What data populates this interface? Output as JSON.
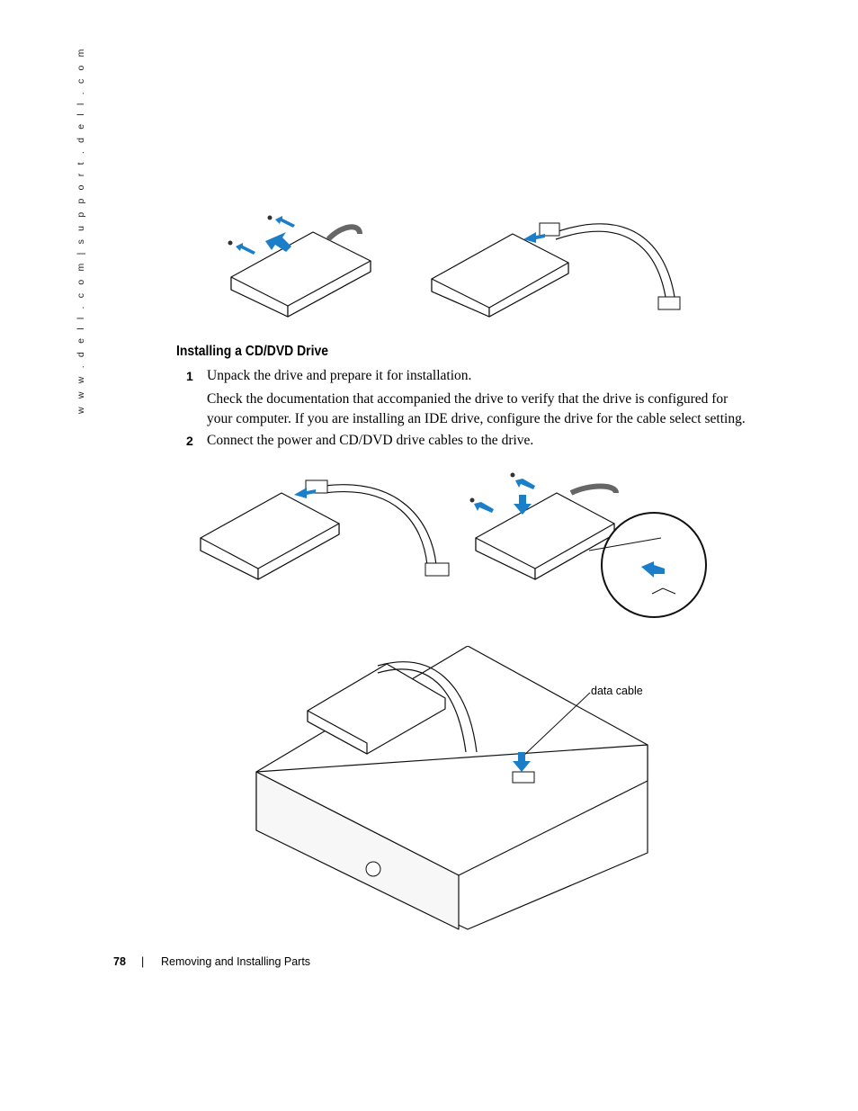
{
  "side_text": "w w w . d e l l . c o m   |   s u p p o r t . d e l l . c o m",
  "heading": "Installing a CD/DVD Drive",
  "steps": [
    {
      "num": "1",
      "text": "Unpack the drive and prepare it for installation."
    },
    {
      "num": "2",
      "text": "Connect the power and CD/DVD drive cables to the drive."
    }
  ],
  "step1_note": "Check the documentation that accompanied the drive to verify that the drive is configured for your computer. If you are installing an IDE drive, configure the drive for the cable select setting.",
  "callout_label": "data cable",
  "footer": {
    "page_number": "78",
    "separator": "|",
    "title": "Removing and Installing Parts"
  },
  "colors": {
    "arrow": "#1a7fc8",
    "line": "#111111"
  }
}
